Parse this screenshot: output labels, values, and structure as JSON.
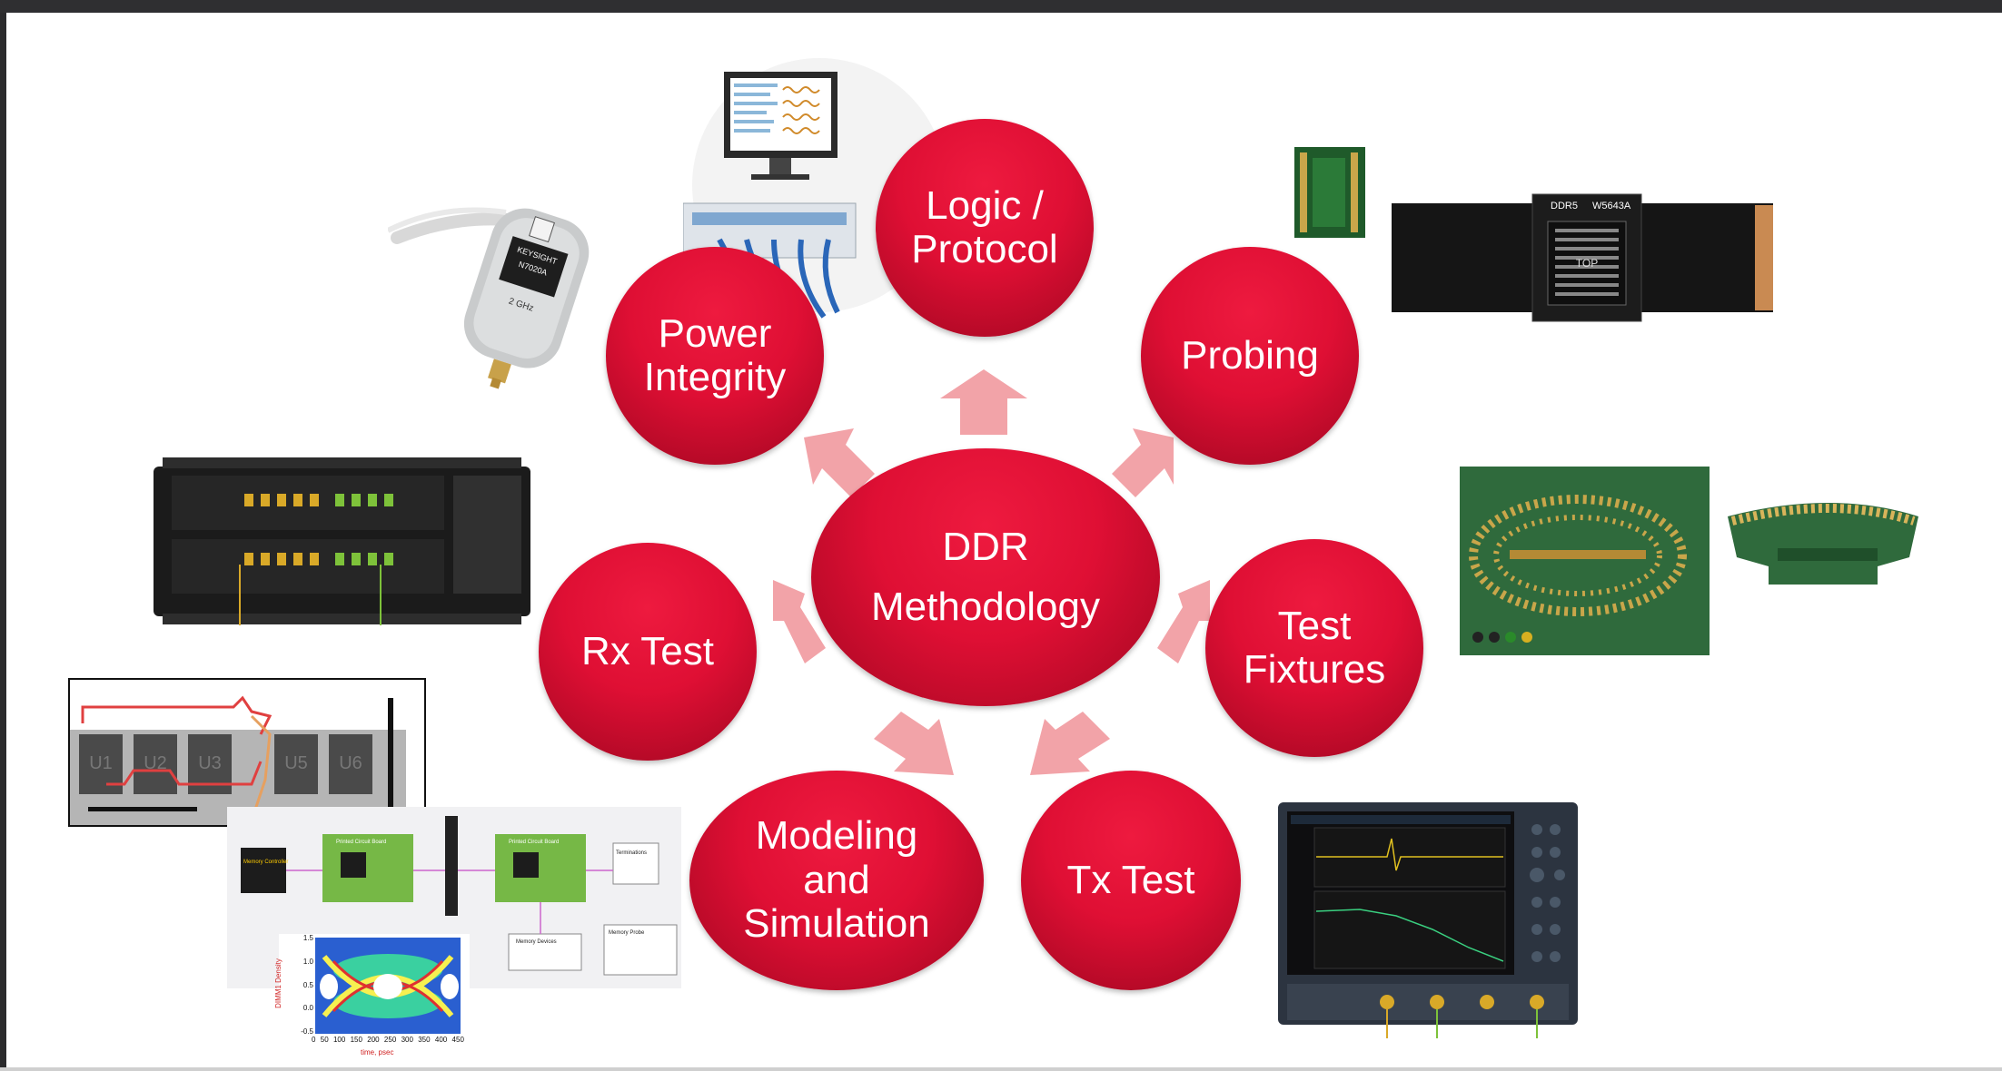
{
  "diagram": {
    "center": "DDR\nMethodology",
    "nodes": {
      "logic_protocol": "Logic /\nProtocol",
      "probing": "Probing",
      "power_integrity": "Power\nIntegrity",
      "rx_test": "Rx Test",
      "test_fixtures": "Test\nFixtures",
      "modeling_simulation": "Modeling\nand\nSimulation",
      "tx_test": "Tx Test"
    }
  },
  "images": {
    "probe_label": "KEYSIGHT",
    "probe_model": "N7020A",
    "probe_bw": "2 GHz",
    "interposer_label": "DDR5",
    "interposer_model": "W5643A",
    "interposer_text": "TOP",
    "layout_chips": [
      "U1",
      "U2",
      "U3",
      "U5",
      "U6"
    ],
    "schematic_blocks": [
      "Memory Controller",
      "Printed Circuit Board",
      "Printed Circuit Board",
      "Terminations",
      "Memory Devices",
      "Memory Probe"
    ],
    "eye_chart": {
      "xlabel": "time, psec",
      "ylabel": "DIMM1 Density",
      "xticks": [
        "0",
        "50",
        "100",
        "150",
        "200",
        "250",
        "300",
        "350",
        "400",
        "450"
      ],
      "yticks": [
        "1.5",
        "1.0",
        "0.5",
        "0.0",
        "-0.5"
      ]
    }
  },
  "colors": {
    "node_red": "#df0f34",
    "arrow_pink": "#f2a3a8"
  }
}
